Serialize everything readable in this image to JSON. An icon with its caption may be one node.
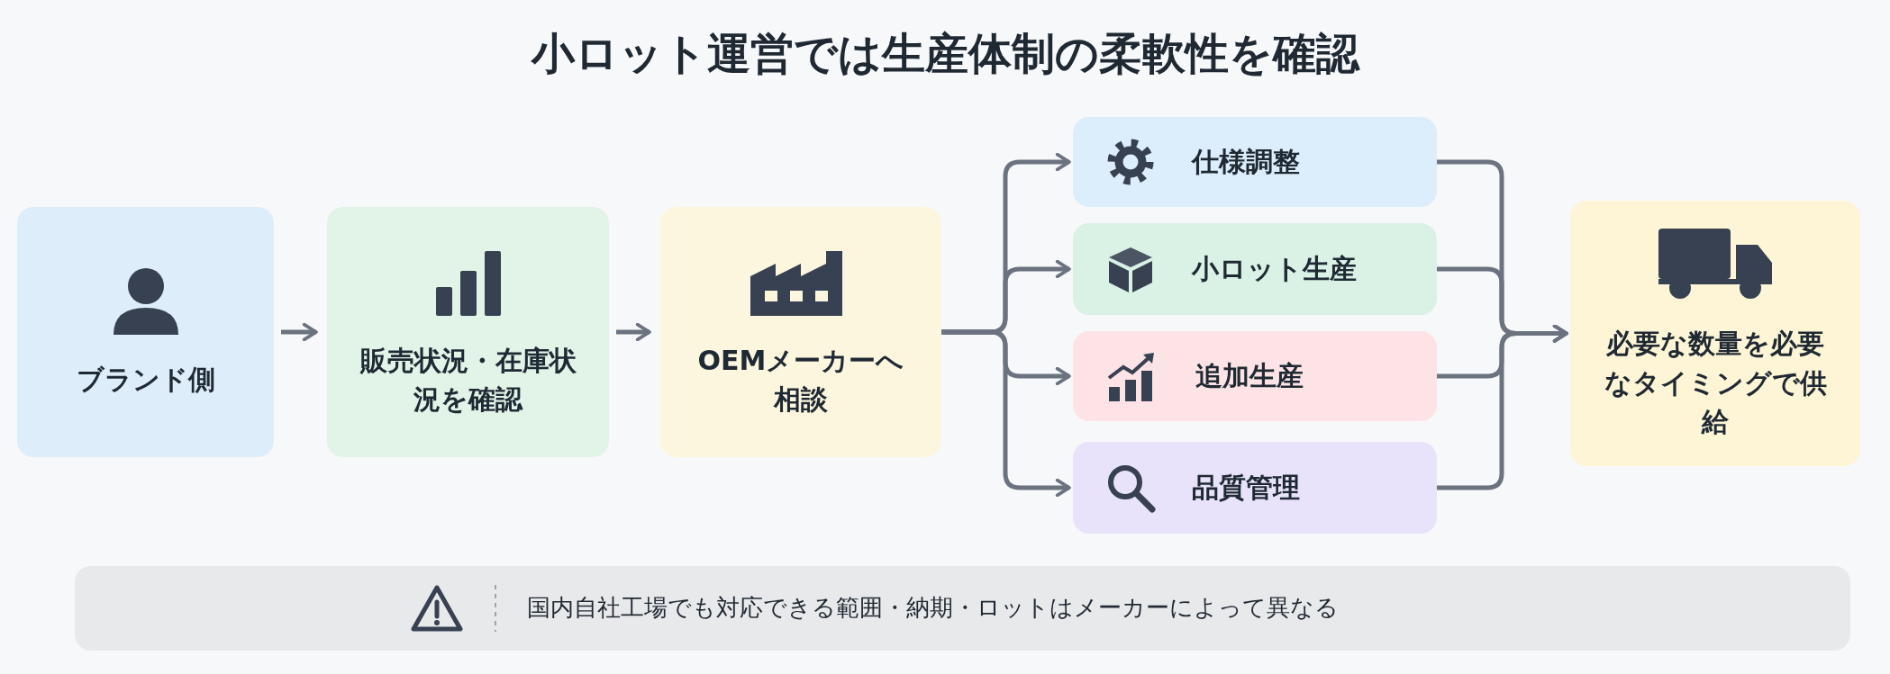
{
  "diagram": {
    "title": "小ロット運営では生産体制の柔軟性を確認",
    "nodes": [
      {
        "text": [
          "ブランド側"
        ]
      },
      {
        "text": [
          "販売状況・在庫状況を確認"
        ]
      },
      {
        "text": [
          "OEMメーカーへ相談"
        ]
      },
      {
        "text": [
          "仕様調整"
        ]
      },
      {
        "text": [
          "小ロット生産"
        ]
      },
      {
        "text": [
          "追加生産"
        ]
      },
      {
        "text": [
          "品質管理"
        ]
      },
      {
        "text": [
          "必要な数量を必要なタイミングで供給"
        ]
      },
      {
        "text": [
          "国内自社工場でも対応できる範囲・納期・ロットはメーカーによって異なる"
        ]
      }
    ],
    "edges": [
      {
        "from": 0,
        "to": 1,
        "arrow": "to"
      },
      {
        "from": 1,
        "to": 2,
        "arrow": "to"
      },
      {
        "from": 2,
        "to": 3,
        "arrow": "to"
      },
      {
        "from": 2,
        "to": 4,
        "arrow": "to"
      },
      {
        "from": 2,
        "to": 5,
        "arrow": "to"
      },
      {
        "from": 2,
        "to": 6,
        "arrow": "to"
      },
      {
        "from": 3,
        "to": 7,
        "arrow": "to"
      },
      {
        "from": 4,
        "to": 7,
        "arrow": "to"
      },
      {
        "from": 5,
        "to": 7,
        "arrow": "to"
      },
      {
        "from": 6,
        "to": 7,
        "arrow": "to"
      }
    ]
  }
}
